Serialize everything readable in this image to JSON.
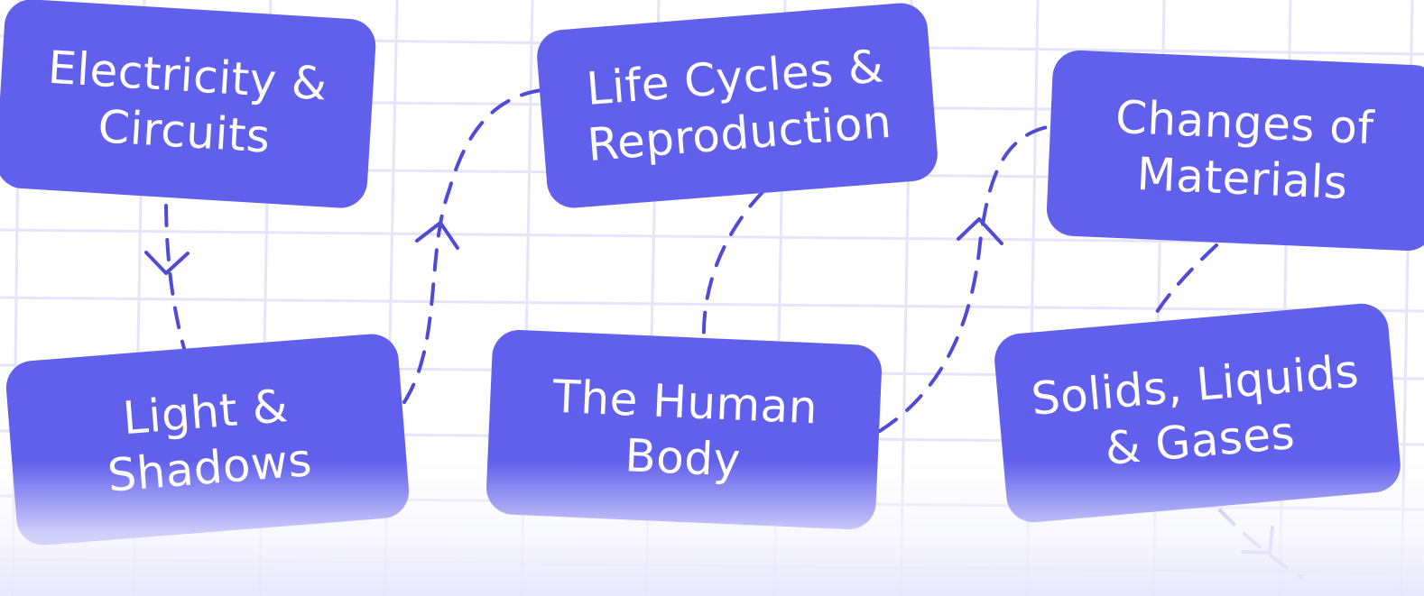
{
  "topics": {
    "electricity": "Electricity & Circuits",
    "light": "Light & Shadows",
    "life_cycles": "Life Cycles & Reproduction",
    "human_body": "The Human Body",
    "changes": "Changes of Materials",
    "solids": "Solids, Liquids & Gases"
  },
  "labels": {
    "electricity_line1": "Electricity &",
    "electricity_line2": "Circuits",
    "light_line1": "Light &",
    "light_line2": "Shadows",
    "life_line1": "Life Cycles &",
    "life_line2": "Reproduction",
    "body_line1": "The Human",
    "body_line2": "Body",
    "changes_line1": "Changes of",
    "changes_line2": "Materials",
    "solids_line1": "Solids, Liquids",
    "solids_line2": "& Gases"
  },
  "colors": {
    "card": "#6160ec",
    "connector": "#4e4cd4",
    "grid": "#e6e4fb",
    "text": "#ffffff"
  },
  "icons": {
    "connector_arrow": "arrow-head-icon"
  }
}
